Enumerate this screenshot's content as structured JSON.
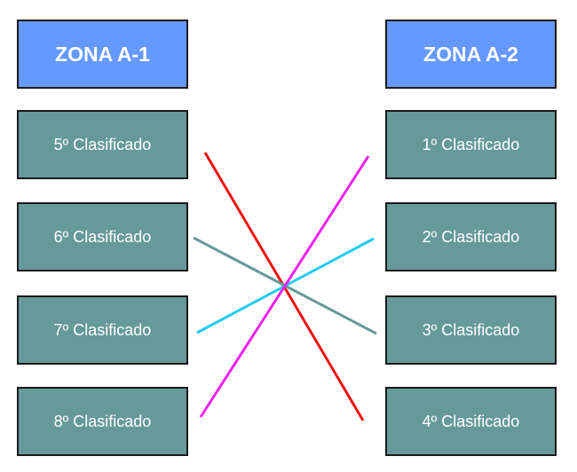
{
  "left_zone": {
    "title": "ZONA A-1",
    "teams": [
      "5º Clasificado",
      "6º Clasificado",
      "7º Clasificado",
      "8º Clasificado"
    ]
  },
  "right_zone": {
    "title": "ZONA A-2",
    "teams": [
      "1º Clasificado",
      "2º Clasificado",
      "3º Clasificado",
      "4º Clasificado"
    ]
  },
  "colors": {
    "header_fill": "#6699ff",
    "team_fill": "#669999",
    "line_5_to_4": "#ee1111",
    "line_6_to_3": "#669999",
    "line_7_to_2": "#22ccee",
    "line_8_to_1": "#ee22ee"
  }
}
